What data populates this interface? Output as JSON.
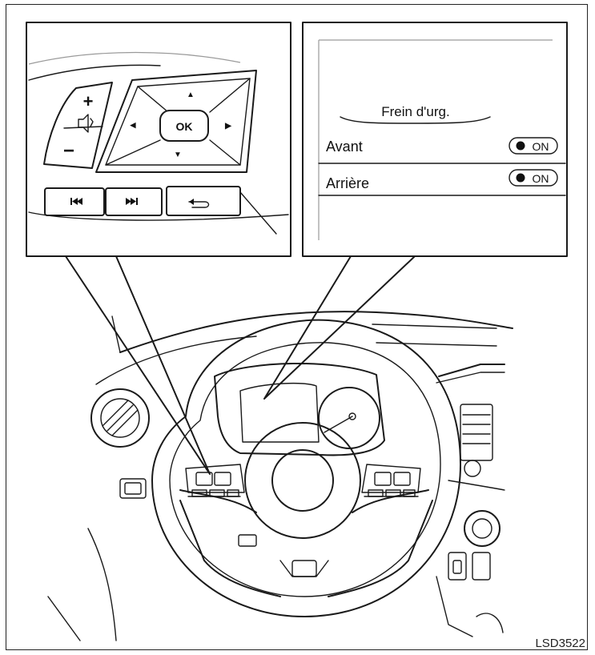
{
  "display": {
    "menu_title": "Frein d'urg.",
    "rows": [
      {
        "label": "Avant",
        "toggle": "ON"
      },
      {
        "label": "Arrière",
        "toggle": "ON"
      }
    ]
  },
  "controls": {
    "plus": "+",
    "minus": "−",
    "ok": "OK",
    "up": "▲",
    "down": "▼",
    "left": "◀",
    "right": "▶",
    "prev_track": "⏮",
    "next_track": "⏭",
    "back": "↩"
  },
  "figure_code": "LSD3522",
  "icons": [
    "speaker-icon",
    "prev-track-icon",
    "next-track-icon",
    "back-icon",
    "toggle-dot-icon"
  ]
}
